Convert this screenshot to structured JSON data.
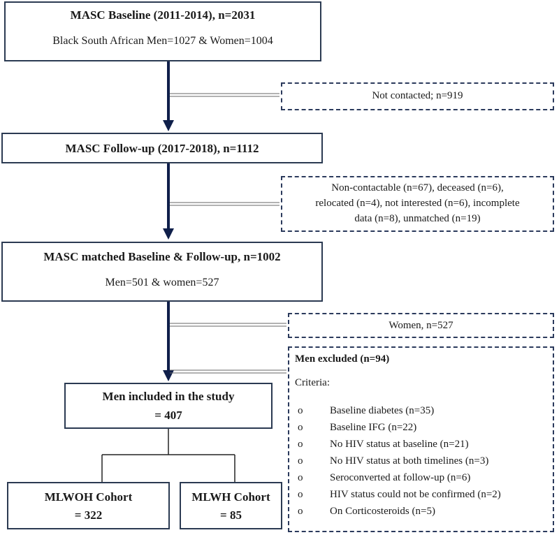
{
  "baseline": {
    "title": "MASC Baseline (2011-2014), n=2031",
    "subtitle": "Black South African Men=1027 & Women=1004"
  },
  "not_contacted": "Not contacted; n=919",
  "followup": {
    "title": "MASC Follow-up (2017-2018), n=1112"
  },
  "exclusions_followup": {
    "line1": "Non-contactable (n=67), deceased (n=6),",
    "line2": "relocated (n=4), not interested (n=6), incomplete",
    "line3": "data (n=8), unmatched (n=19)"
  },
  "matched": {
    "title": "MASC matched Baseline & Follow-up, n=1002",
    "subtitle": "Men=501 & women=527"
  },
  "women_excluded": "Women, n=527",
  "men_excluded": {
    "title": "Men excluded (n=94)",
    "criteria_label": "Criteria:",
    "bullet": "o",
    "items": [
      "Baseline diabetes (n=35)",
      "Baseline IFG (n=22)",
      "No HIV status at baseline (n=21)",
      "No HIV status at both timelines (n=3)",
      "Seroconverted at follow-up (n=6)",
      "HIV status could not be confirmed (n=2)",
      "On Corticosteroids (n=5)"
    ]
  },
  "included": {
    "line1": "Men included in the study",
    "line2": "= 407"
  },
  "mlwoh": {
    "line1": "MLWOH Cohort",
    "line2": "= 322"
  },
  "mlwh": {
    "line1": "MLWH Cohort",
    "line2": "= 85"
  },
  "colors": {
    "arrow": "#0f1f4a",
    "border": "#2b3a52",
    "dashed": "#2b3a5c"
  }
}
